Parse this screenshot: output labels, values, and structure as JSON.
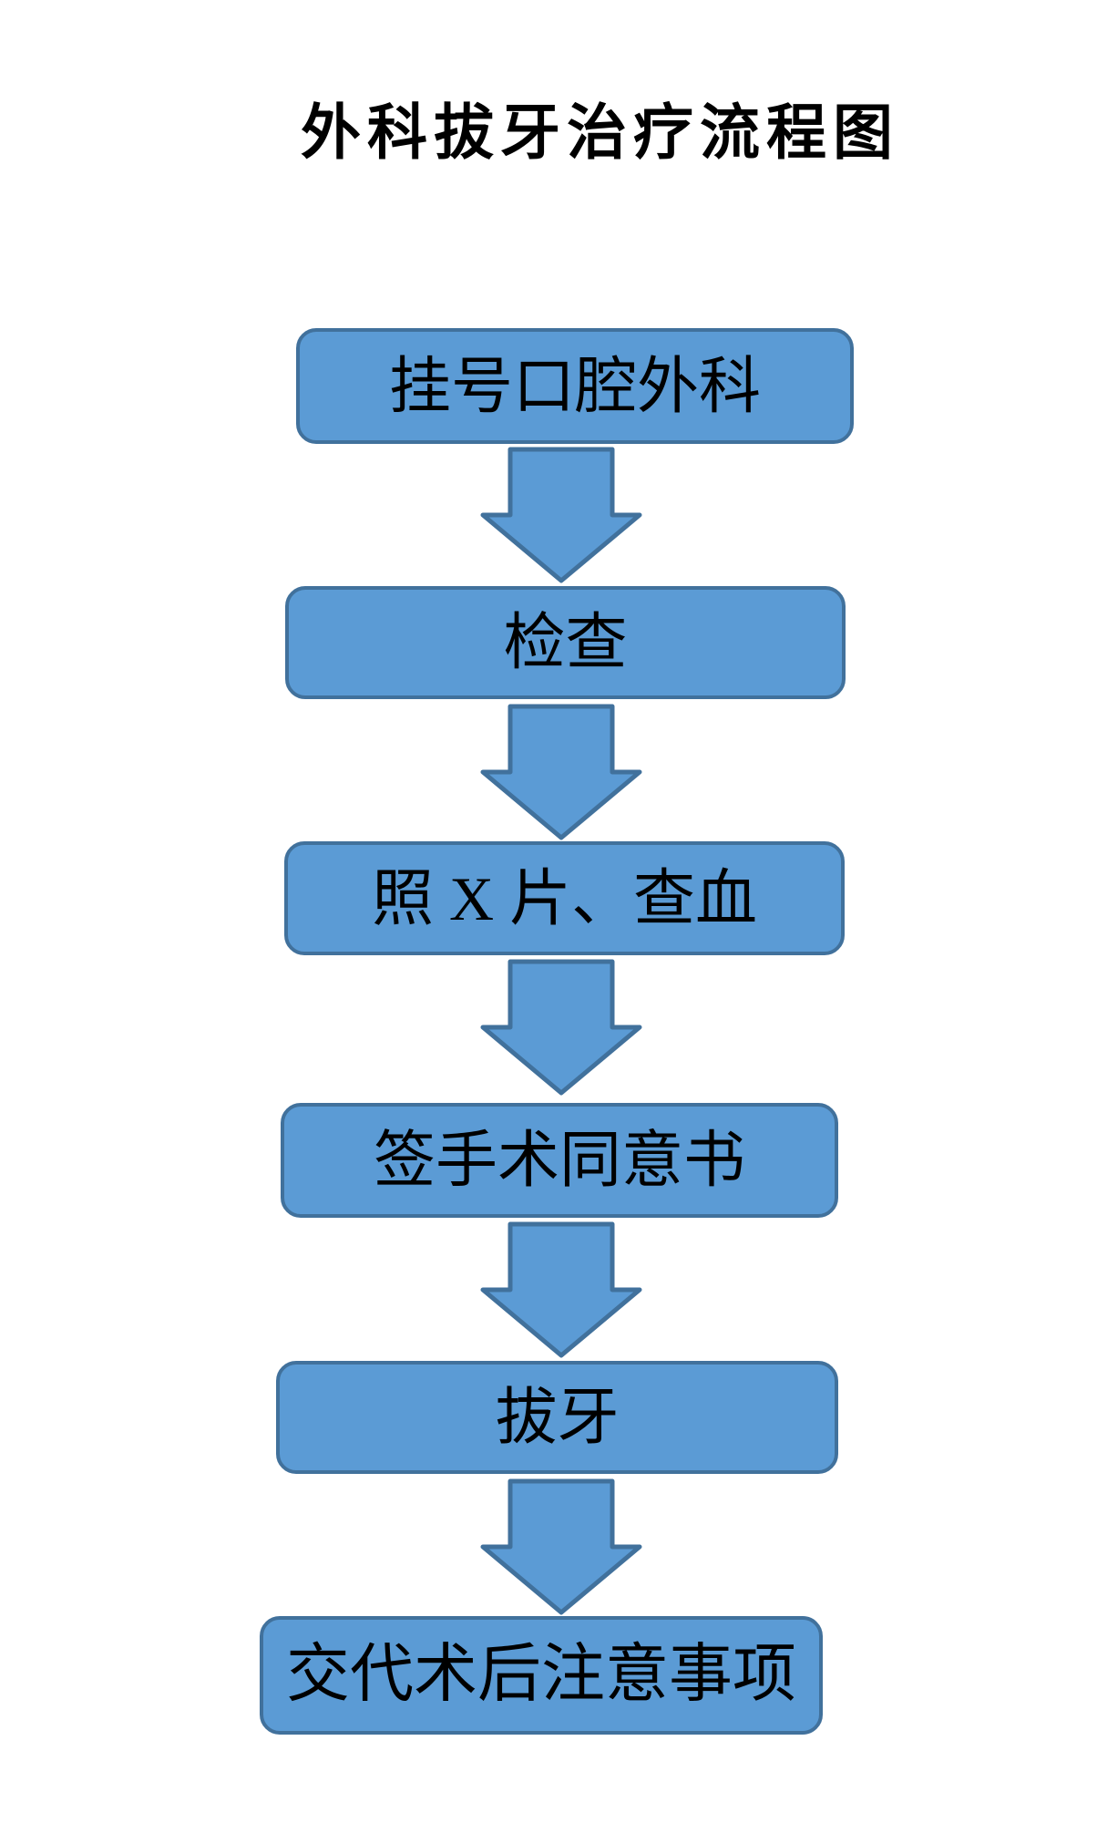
{
  "title": "外科拔牙治疗流程图",
  "flowchart": {
    "steps": [
      {
        "label": "挂号口腔外科"
      },
      {
        "label": "检查"
      },
      {
        "label": "照 X 片、查血"
      },
      {
        "label": "签手术同意书"
      },
      {
        "label": "拔牙"
      },
      {
        "label": "交代术后注意事项"
      }
    ],
    "connector": "down-block-arrow",
    "colors": {
      "box_fill": "#5b9bd5",
      "box_border": "#41719c",
      "text": "#000000",
      "background": "#ffffff"
    }
  }
}
